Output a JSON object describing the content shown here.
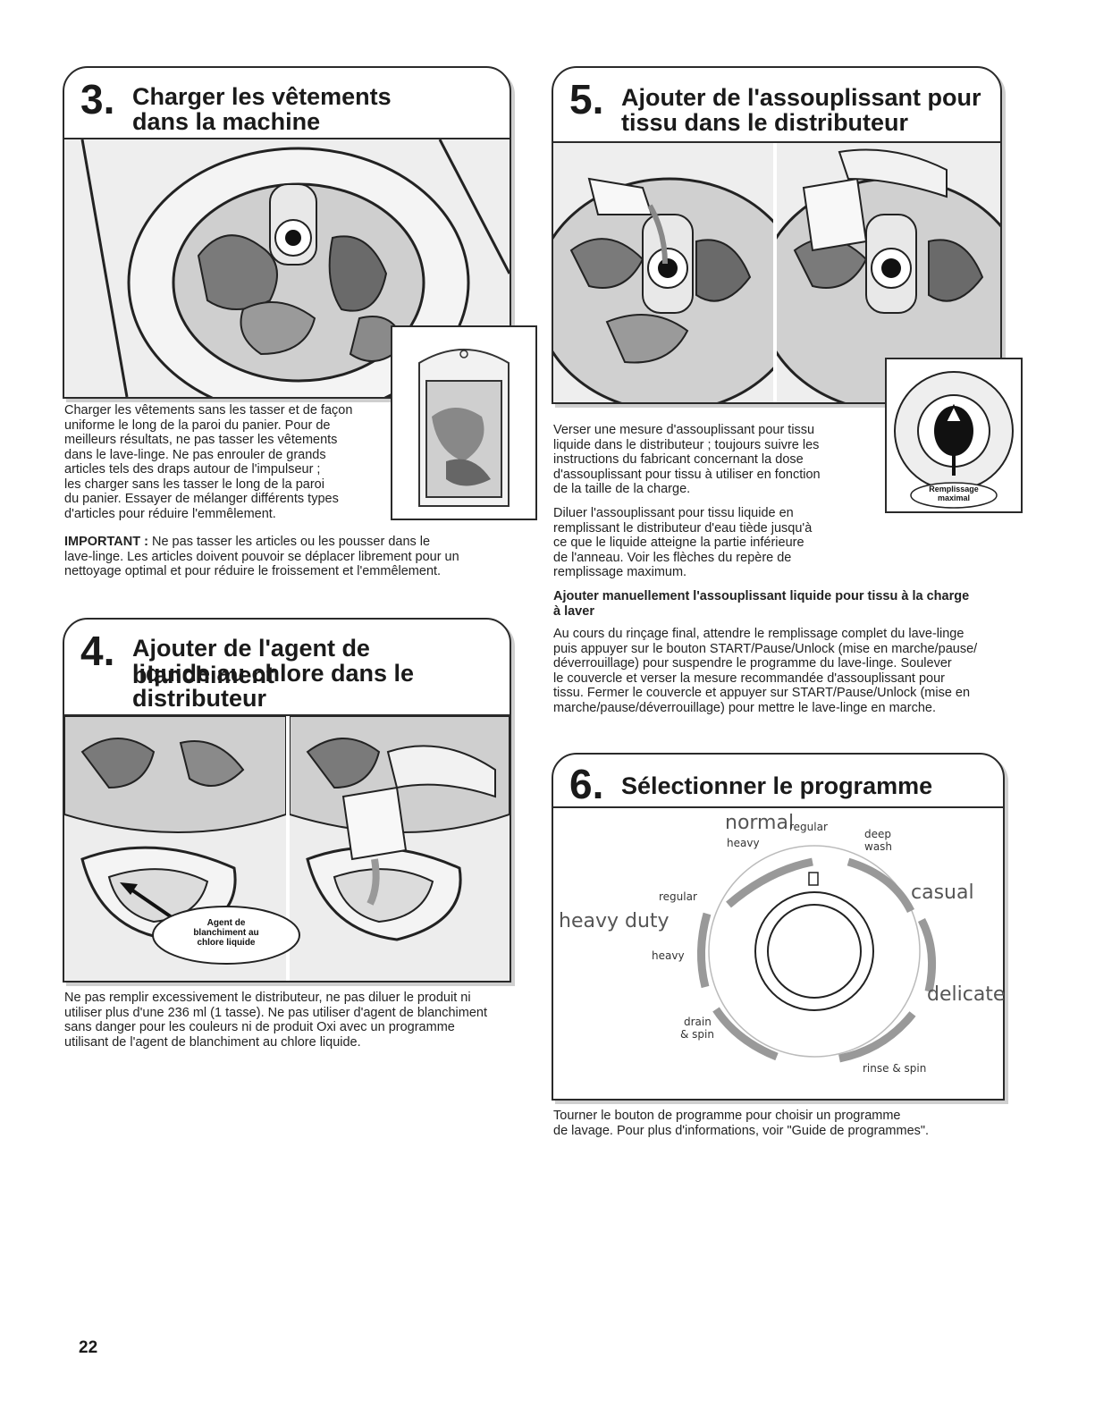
{
  "page_number": "22",
  "step3": {
    "number": "3.",
    "title_line1": "Charger les vêtements",
    "title_line2": "dans la machine",
    "body": [
      "Charger les vêtements sans les tasser et de façon",
      "uniforme le long de la paroi du panier. Pour de",
      "meilleurs résultats, ne pas tasser les vêtements",
      "dans le lave-linge. Ne pas enrouler de grands",
      "articles tels des draps autour de l'impulseur ;",
      "les charger sans les tasser le long de la paroi",
      "du panier. Essayer de mélanger différents types",
      "d'articles pour réduire l'emmêlement."
    ],
    "important_label": "IMPORTANT :",
    "important_text_1": " Ne pas tasser les articles ou les pousser dans le",
    "important_text_2": "lave-linge. Les articles doivent pouvoir se déplacer librement pour un",
    "important_text_3": "nettoyage optimal et pour réduire le froissement et l'emmêlement."
  },
  "step4": {
    "number": "4.",
    "title_line1": "Ajouter de l'agent de blanchiment",
    "title_line2": "liquide au chlore dans le",
    "title_line3": "distributeur",
    "callout_line1": "Agent de",
    "callout_line2": "blanchiment au",
    "callout_line3": "chlore liquide",
    "body": [
      "Ne pas remplir excessivement le distributeur, ne pas diluer le produit ni",
      "utiliser plus d'une 236 ml (1 tasse). Ne pas utiliser d'agent de blanchiment",
      "sans danger pour les couleurs ni de produit Oxi avec un programme",
      "utilisant de l'agent de blanchiment au chlore liquide."
    ]
  },
  "step5": {
    "number": "5.",
    "title_line1": "Ajouter de l'assouplissant pour",
    "title_line2": "tissu dans le distributeur",
    "callout_line1": "Remplissage",
    "callout_line2": "maximal",
    "para1": [
      "Verser une mesure d'assouplissant pour tissu",
      "liquide dans le distributeur ; toujours suivre les",
      "instructions du fabricant concernant la dose",
      "d'assouplissant pour tissu à utiliser en fonction",
      "de la taille de la charge."
    ],
    "para2": [
      "Diluer l'assouplissant pour tissu liquide en",
      "remplissant le distributeur d'eau tiède jusqu'à",
      "ce que le liquide atteigne la partie inférieure",
      "de l'anneau. Voir les flèches du repère de",
      "remplissage maximum."
    ],
    "subhead_line1": "Ajouter manuellement l'assouplissant liquide pour tissu à la charge",
    "subhead_line2": "à laver",
    "para3": [
      "Au cours du rinçage final, attendre le remplissage complet du lave-linge",
      "puis appuyer sur le bouton START/Pause/Unlock (mise en marche/pause/",
      "déverrouillage) pour suspendre le programme du lave-linge. Soulever",
      "le couvercle et verser la mesure recommandée d'assouplissant pour",
      "tissu. Fermer le couvercle et appuyer sur START/Pause/Unlock (mise en",
      "marche/pause/déverrouillage) pour mettre le lave-linge en marche."
    ]
  },
  "step6": {
    "number": "6.",
    "title": "Sélectionner le programme",
    "dial": {
      "normal": "normal",
      "regular_top": "regular",
      "heavy_top": "heavy",
      "deep": "deep",
      "wash": "wash",
      "casual": "casual",
      "regular_left": "regular",
      "heavy_duty": "heavy duty",
      "heavy_left": "heavy",
      "delicate": "delicate",
      "drain": "drain",
      "and_spin": "& spin",
      "rinse_spin": "rinse & spin"
    },
    "body": [
      "Tourner le bouton de programme pour choisir un programme",
      "de lavage. Pour plus d'informations, voir \"Guide de programmes\"."
    ]
  }
}
